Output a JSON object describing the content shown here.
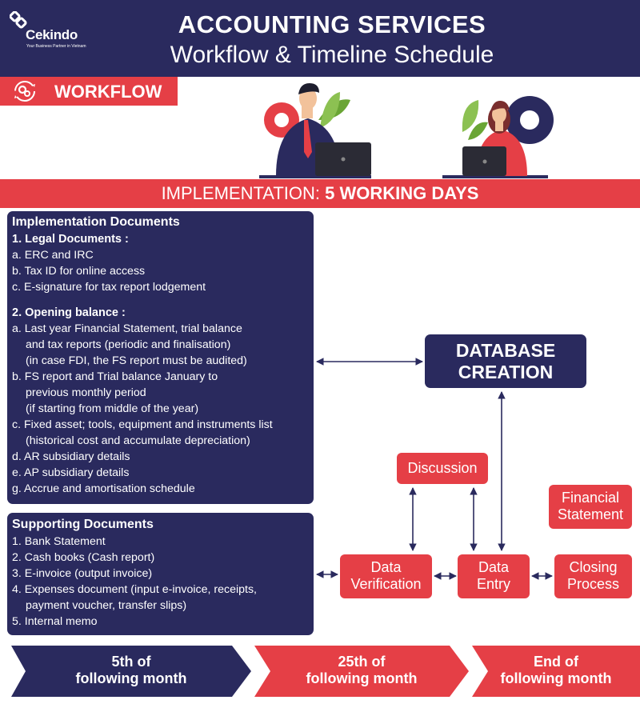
{
  "header": {
    "logo_name": "Cekindo",
    "logo_tagline": "Your Business Partner in Vietnam",
    "title": "ACCOUNTING SERVICES",
    "subtitle": "Workflow & Timeline Schedule"
  },
  "workflow_tag": {
    "label": "WORKFLOW",
    "icon": "gears-cycle-icon"
  },
  "implementation": {
    "prefix": "IMPLEMENTATION: ",
    "highlight": "5 WORKING DAYS"
  },
  "implementation_documents": {
    "title": "Implementation Documents",
    "lines": [
      "1. Legal Documents :",
      "a. ERC and IRC",
      "b. Tax ID for online access",
      "c. E-signature for tax report lodgement",
      "2. Opening balance :",
      "a. Last year Financial Statement, trial balance",
      "and tax reports (periodic and finalisation)",
      "(in case FDI, the FS report must be audited)",
      "b. FS report and Trial balance January to",
      "previous monthly period",
      "(if starting from middle of the year)",
      "c. Fixed asset; tools, equipment and instruments list",
      "(historical cost and accumulate depreciation)",
      "d. AR subsidiary details",
      "e. AP subsidiary details",
      "g. Accrue and amortisation schedule"
    ]
  },
  "supporting_documents": {
    "title": "Supporting Documents",
    "lines": [
      "1.  Bank Statement",
      "2. Cash books (Cash report)",
      "3. E-invoice (output invoice)",
      "4. Expenses document (input e-invoice, receipts,",
      "payment voucher, transfer slips)",
      "5. Internal memo"
    ]
  },
  "flow": {
    "database": [
      "DATABASE",
      "CREATION"
    ],
    "discussion": "Discussion",
    "financial_statement": [
      "Financial",
      "Statement"
    ],
    "data_verification": [
      "Data",
      "Verification"
    ],
    "data_entry": [
      "Data",
      "Entry"
    ],
    "closing_process": [
      "Closing",
      "Process"
    ]
  },
  "timeline": [
    [
      "5th of",
      "following month"
    ],
    [
      "25th of",
      "following month"
    ],
    [
      "End of",
      "following month"
    ]
  ],
  "colors": {
    "navy": "#2a2a5e",
    "red": "#e53f46"
  }
}
